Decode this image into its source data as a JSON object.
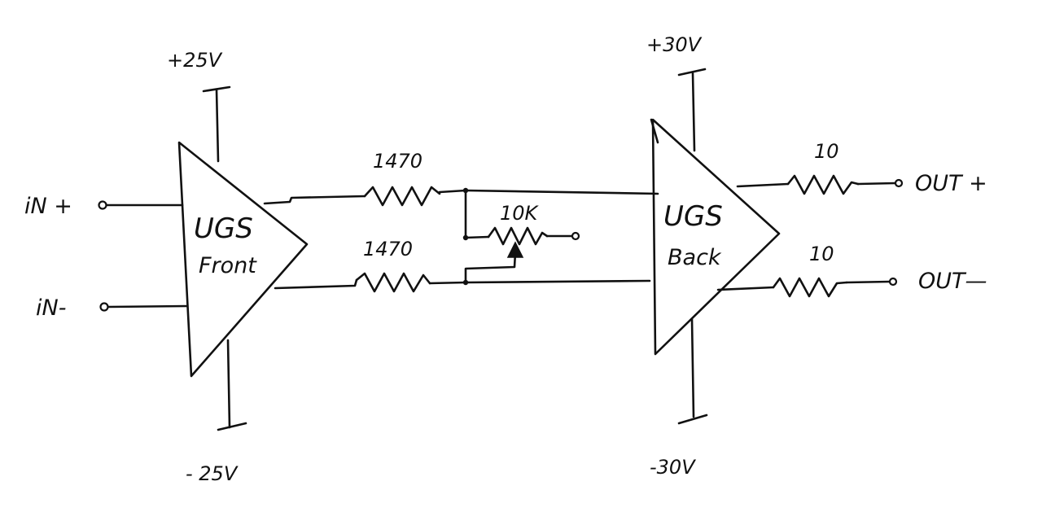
{
  "diagram": {
    "amplifiers": {
      "front": {
        "line1": "UGS",
        "line2": "Front"
      },
      "back": {
        "line1": "UGS",
        "line2": "Back"
      }
    },
    "supplies": {
      "front_positive": "+25V",
      "front_negative": "- 25V",
      "back_positive": "+30V",
      "back_negative": "-30V"
    },
    "inputs": {
      "positive": "iN +",
      "negative": "iN-"
    },
    "outputs": {
      "positive": "OUT +",
      "negative": "OUT—"
    },
    "resistors": {
      "top_series": "1470",
      "bottom_series": "1470",
      "trim_pot": "10K",
      "out_positive": "10",
      "out_negative": "10"
    }
  }
}
